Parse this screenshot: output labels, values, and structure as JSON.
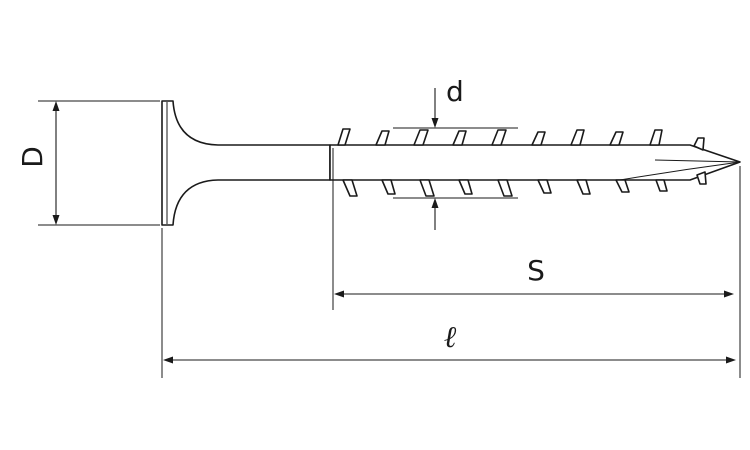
{
  "labels": {
    "head_diameter": "D",
    "thread_diameter": "d",
    "thread_length": "S",
    "total_length": "ℓ"
  }
}
